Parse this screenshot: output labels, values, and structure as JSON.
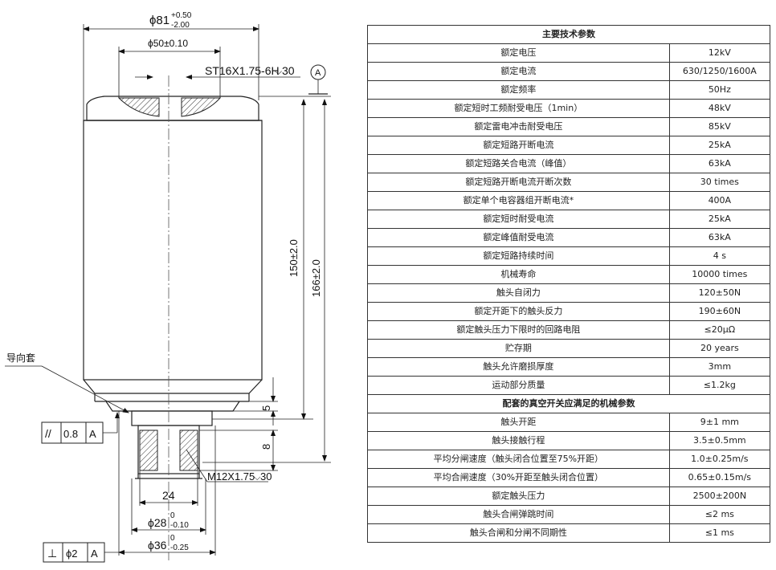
{
  "drawing": {
    "dim_outer_dia": "ϕ81",
    "dim_outer_dia_tol_upper": "+0.50",
    "dim_outer_dia_tol_lower": "-2.00",
    "dim_inner_dia": "ϕ50±0.10",
    "thread_top": "ST16X1.75-6H",
    "thread_top_depth": "30",
    "datum_a": "A",
    "dim_height_150": "150±2.0",
    "dim_height_166": "166±2.0",
    "guide_sleeve_label": "导向套",
    "dim_5": "5",
    "dim_8": "8",
    "parallel_symbol": "//",
    "parallel_tol": "0.8",
    "parallel_ref": "A",
    "thread_bottom": "M12X1.75",
    "thread_bottom_depth": "30",
    "dim_24": "24",
    "dim_28": "ϕ28",
    "dim_28_tol_upper": "0",
    "dim_28_tol_lower": "-0.10",
    "dim_36": "ϕ36",
    "dim_36_tol_upper": "0",
    "dim_36_tol_lower": "-0.25",
    "perp_symbol": "⊥",
    "perp_tol": "ϕ2",
    "perp_ref": "A"
  },
  "table": {
    "section1_title": "主要技术参数",
    "rows1": [
      {
        "param": "额定电压",
        "value": "12kV"
      },
      {
        "param": "额定电流",
        "value": "630/1250/1600A"
      },
      {
        "param": "额定频率",
        "value": "50Hz"
      },
      {
        "param": "额定短时工频耐受电压（1min）",
        "value": "48kV"
      },
      {
        "param": "额定雷电冲击耐受电压",
        "value": "85kV"
      },
      {
        "param": "额定短路开断电流",
        "value": "25kA"
      },
      {
        "param": "额定短路关合电流（峰值）",
        "value": "63kA"
      },
      {
        "param": "额定短路开断电流开断次数",
        "value": "30 times"
      },
      {
        "param": "额定单个电容器组开断电流*",
        "value": "400A"
      },
      {
        "param": "额定短时耐受电流",
        "value": "25kA"
      },
      {
        "param": "额定峰值耐受电流",
        "value": "63kA"
      },
      {
        "param": "额定短路持续时间",
        "value": "4 s"
      },
      {
        "param": "机械寿命",
        "value": "10000 times"
      },
      {
        "param": "触头自闭力",
        "value": "120±50N"
      },
      {
        "param": "额定开距下的触头反力",
        "value": "190±60N"
      },
      {
        "param": "额定触头压力下限时的回路电阻",
        "value": "≤20μΩ"
      },
      {
        "param": "贮存期",
        "value": "20 years"
      },
      {
        "param": "触头允许磨损厚度",
        "value": "3mm"
      },
      {
        "param": "运动部分质量",
        "value": "≤1.2kg"
      }
    ],
    "section2_title": "配套的真空开关应满足的机械参数",
    "rows2": [
      {
        "param": "触头开距",
        "value": "9±1 mm"
      },
      {
        "param": "触头接触行程",
        "value": "3.5±0.5mm"
      },
      {
        "param": "平均分闸速度（触头闭合位置至75%开距）",
        "value": "1.0±0.25m/s"
      },
      {
        "param": "平均合闸速度（30%开距至触头闭合位置）",
        "value": "0.65±0.15m/s"
      },
      {
        "param": "额定触头压力",
        "value": "2500±200N"
      },
      {
        "param": "触头合闸弹跳时间",
        "value": "≤2 ms"
      },
      {
        "param": "触头合闸和分闸不同期性",
        "value": "≤1 ms"
      }
    ]
  }
}
